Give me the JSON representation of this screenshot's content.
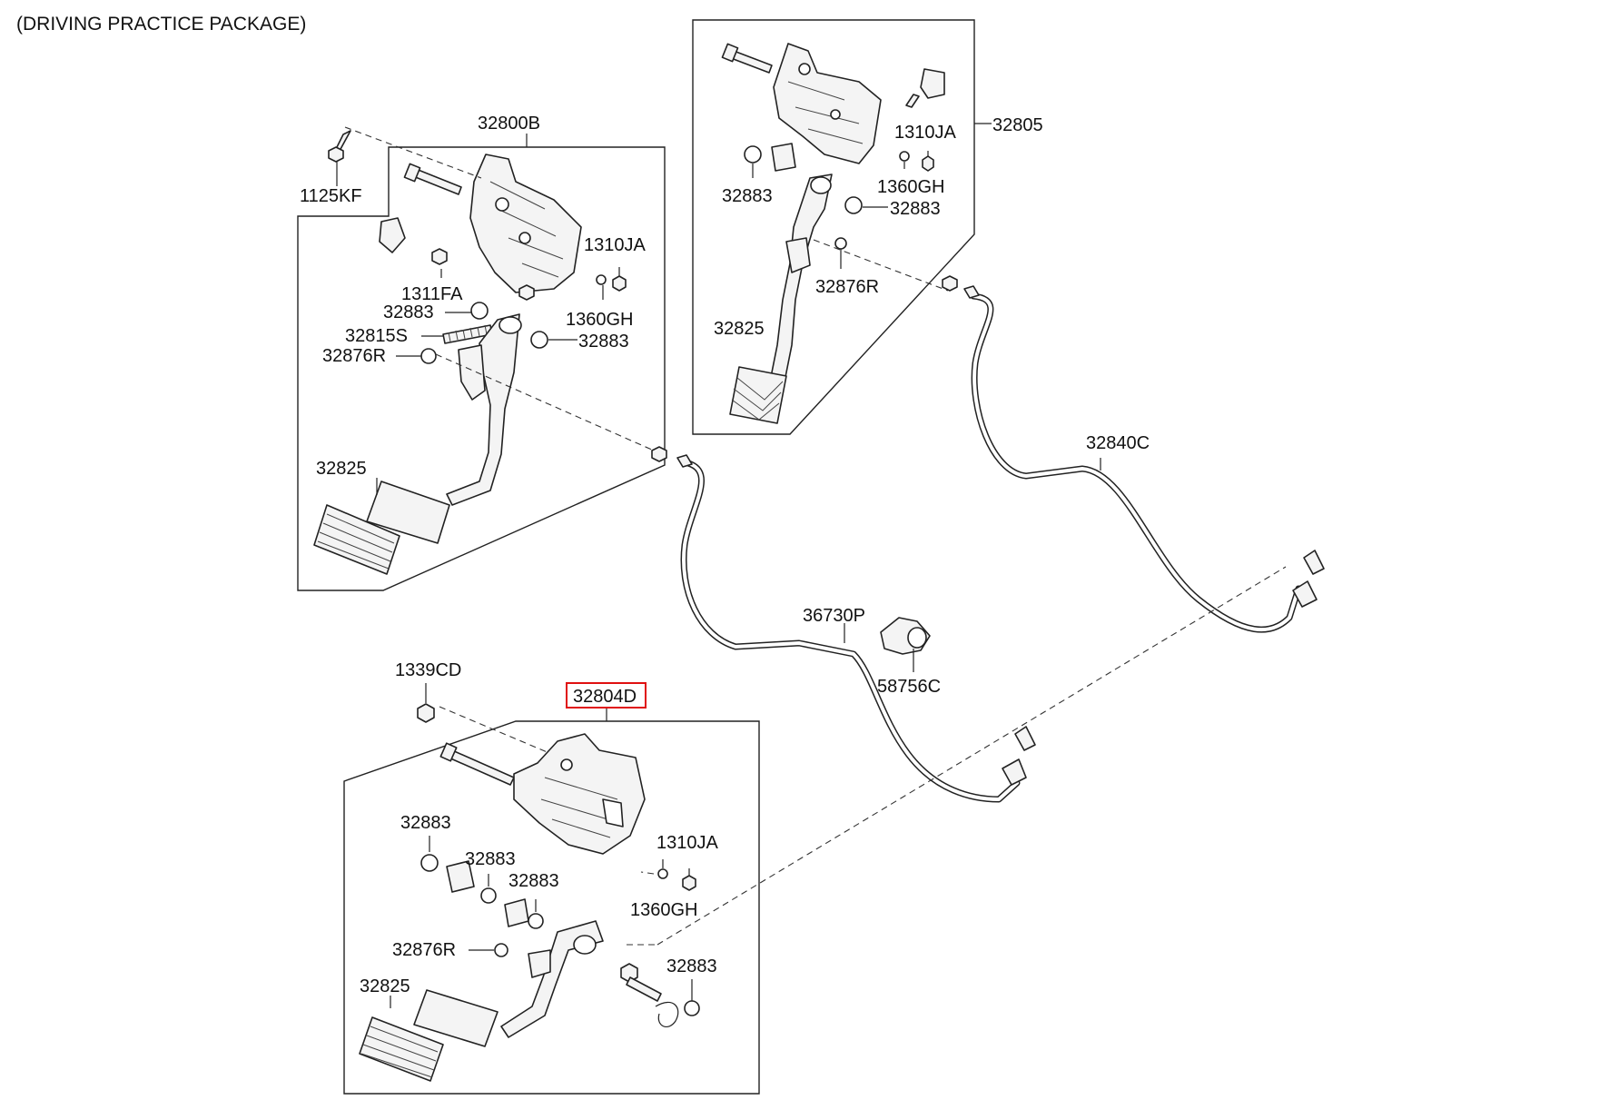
{
  "header": {
    "title": "(DRIVING PRACTICE PACKAGE)"
  },
  "callouts": {
    "c32800B": "32800B",
    "c1125KF": "1125KF",
    "c1310JA_a": "1310JA",
    "c1311FA": "1311FA",
    "c32883_a": "32883",
    "c32815S": "32815S",
    "c32876R_a": "32876R",
    "c1360GH_a": "1360GH",
    "c32883_b": "32883",
    "c32825_a": "32825",
    "c32805": "32805",
    "c1310JA_b": "1310JA",
    "c32883_c": "32883",
    "c1360GH_b": "1360GH",
    "c32883_d": "32883",
    "c32876R_b": "32876R",
    "c32825_b": "32825",
    "c32840C": "32840C",
    "c36730P": "36730P",
    "c58756C": "58756C",
    "c1339CD": "1339CD",
    "c32804D": "32804D",
    "c32883_e": "32883",
    "c32883_f": "32883",
    "c1310JA_c": "1310JA",
    "c32883_g": "32883",
    "c1360GH_c": "1360GH",
    "c32876R_c": "32876R",
    "c32883_h": "32883",
    "c32825_c": "32825"
  },
  "highlight_color": "#e01010"
}
